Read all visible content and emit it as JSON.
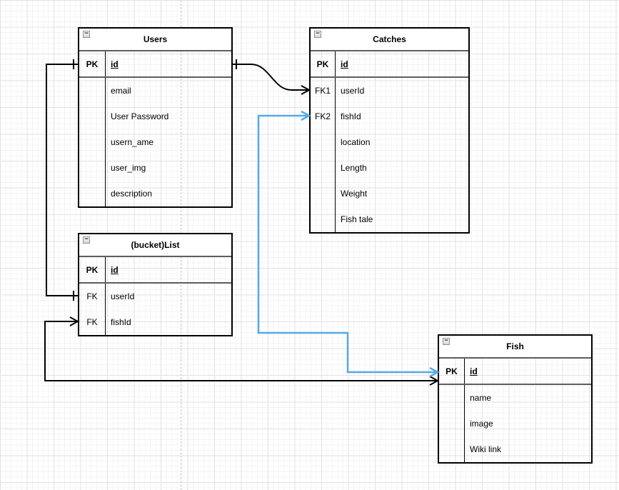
{
  "app": {
    "name": "er-diagram-canvas"
  },
  "icons": {
    "collapse_glyph": "−"
  },
  "colors": {
    "edge_black": "#000000",
    "edge_blue": "#56A9E8",
    "table_border": "#000000",
    "row_separator": "#5e5e5e",
    "page_divider": "#c8c8c8"
  },
  "tables": {
    "users": {
      "title": "Users",
      "rows": [
        {
          "key": "PK",
          "field": "id"
        },
        {
          "key": "",
          "field": "email"
        },
        {
          "key": "",
          "field": "User Password"
        },
        {
          "key": "",
          "field": "usern_ame"
        },
        {
          "key": "",
          "field": "user_img"
        },
        {
          "key": "",
          "field": "description"
        }
      ]
    },
    "catches": {
      "title": "Catches",
      "rows": [
        {
          "key": "PK",
          "field": "id"
        },
        {
          "key": "FK1",
          "field": "userId"
        },
        {
          "key": "FK2",
          "field": "fishId"
        },
        {
          "key": "",
          "field": "location"
        },
        {
          "key": "",
          "field": "Length"
        },
        {
          "key": "",
          "field": "Weight"
        },
        {
          "key": "",
          "field": "Fish tale"
        }
      ]
    },
    "bucket_list": {
      "title": "(bucket)List",
      "rows": [
        {
          "key": "PK",
          "field": "id"
        },
        {
          "key": "FK",
          "field": "userId"
        },
        {
          "key": "FK",
          "field": "fishId"
        }
      ]
    },
    "fish": {
      "title": "Fish",
      "rows": [
        {
          "key": "PK",
          "field": "id"
        },
        {
          "key": "",
          "field": "name"
        },
        {
          "key": "",
          "field": "image"
        },
        {
          "key": "",
          "field": "Wiki link"
        }
      ]
    }
  },
  "relationships": [
    {
      "from": "Users.id",
      "to": "Catches.userId",
      "from_end": "one",
      "to_end": "many",
      "color": "#000000"
    },
    {
      "from": "Users.id",
      "to": "(bucket)List.userId",
      "from_end": "one",
      "to_end": "one",
      "color": "#000000"
    },
    {
      "from": "(bucket)List.fishId",
      "to": "Fish.id",
      "from_end": "many",
      "to_end": "many",
      "color": "#000000"
    },
    {
      "from": "Catches.fishId",
      "to": "Fish.id",
      "from_end": "many",
      "to_end": "many",
      "color": "#56A9E8"
    }
  ]
}
